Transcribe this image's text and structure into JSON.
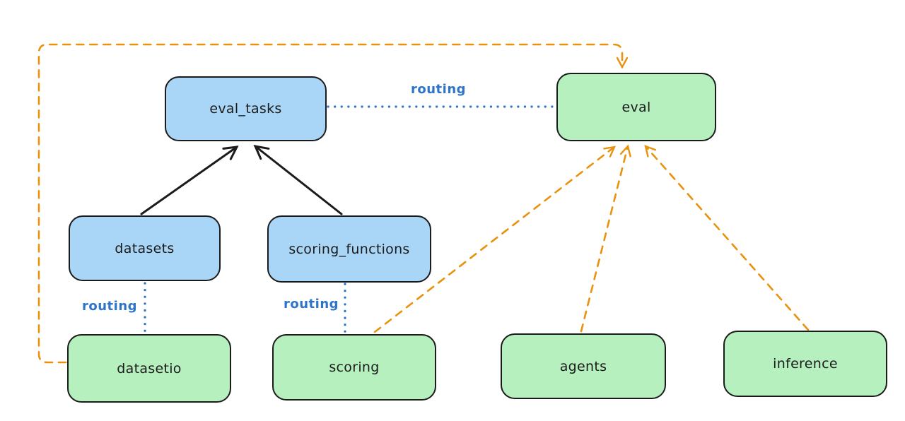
{
  "diagram": {
    "nodes": [
      {
        "id": "eval_tasks",
        "label": "eval_tasks",
        "category": "resource"
      },
      {
        "id": "eval",
        "label": "eval",
        "category": "api"
      },
      {
        "id": "datasets",
        "label": "datasets",
        "category": "resource"
      },
      {
        "id": "scoring_functions",
        "label": "scoring_functions",
        "category": "resource"
      },
      {
        "id": "datasetio",
        "label": "datasetio",
        "category": "api"
      },
      {
        "id": "scoring",
        "label": "scoring",
        "category": "api"
      },
      {
        "id": "agents",
        "label": "agents",
        "category": "api"
      },
      {
        "id": "inference",
        "label": "inference",
        "category": "api"
      }
    ],
    "edges": [
      {
        "from": "datasets",
        "to": "eval_tasks",
        "style": "solid",
        "color": "black",
        "label": ""
      },
      {
        "from": "scoring_functions",
        "to": "eval_tasks",
        "style": "solid",
        "color": "black",
        "label": ""
      },
      {
        "from": "eval_tasks",
        "to": "eval",
        "style": "dotted",
        "color": "blue",
        "label": "routing"
      },
      {
        "from": "datasets",
        "to": "datasetio",
        "style": "dotted",
        "color": "blue",
        "label": "routing"
      },
      {
        "from": "scoring_functions",
        "to": "scoring",
        "style": "dotted",
        "color": "blue",
        "label": "routing"
      },
      {
        "from": "datasetio",
        "to": "eval",
        "style": "dashed",
        "color": "orange",
        "label": ""
      },
      {
        "from": "scoring",
        "to": "eval",
        "style": "dashed",
        "color": "orange",
        "label": ""
      },
      {
        "from": "agents",
        "to": "eval",
        "style": "dashed",
        "color": "orange",
        "label": ""
      },
      {
        "from": "inference",
        "to": "eval",
        "style": "dashed",
        "color": "orange",
        "label": ""
      }
    ],
    "colors": {
      "resource_fill": "#a9d6f6",
      "api_fill": "#b6f0bf",
      "node_stroke": "#1b1b1b",
      "routing_line": "#2e74c9",
      "provider_line": "#e8920d",
      "relation_line": "#1b1b1b",
      "background": "#ffffff"
    }
  }
}
